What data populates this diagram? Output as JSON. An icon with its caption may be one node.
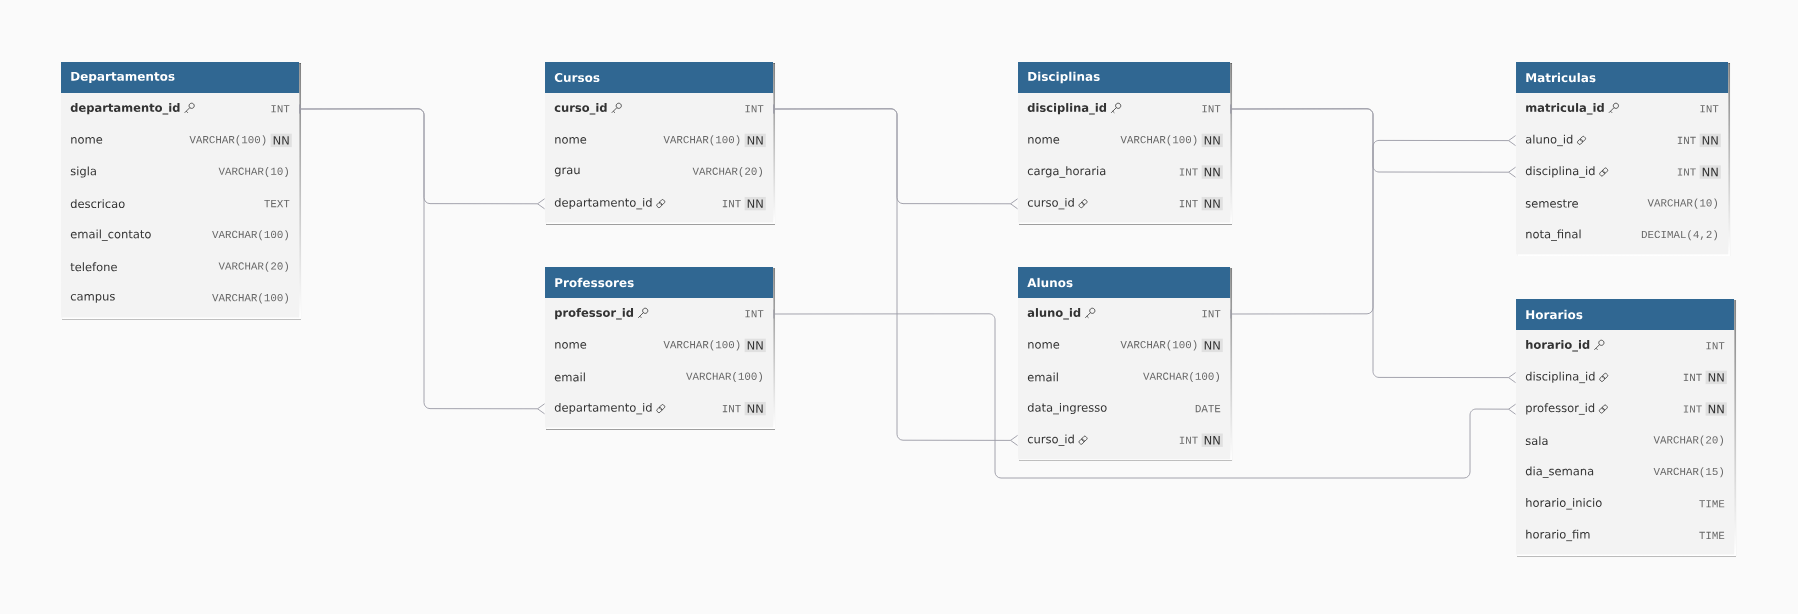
{
  "diagram": {
    "nodes": [
      {
        "text": [
          "Departamentos"
        ]
      },
      {
        "text": [
          "departamento_id",
          "INT"
        ],
        "in": 0
      },
      {
        "text": [
          "nome",
          "VARCHAR(100)",
          "NN"
        ],
        "in": 0
      },
      {
        "text": [
          "sigla",
          "VARCHAR(10)"
        ],
        "in": 0
      },
      {
        "text": [
          "descricao",
          "TEXT"
        ],
        "in": 0
      },
      {
        "text": [
          "email_contato",
          "VARCHAR(100)"
        ],
        "in": 0
      },
      {
        "text": [
          "telefone",
          "VARCHAR(20)"
        ],
        "in": 0
      },
      {
        "text": [
          "campus",
          "VARCHAR(100)"
        ],
        "in": 0
      },
      {
        "text": [
          "Cursos"
        ]
      },
      {
        "text": [
          "curso_id",
          "INT"
        ],
        "in": 8
      },
      {
        "text": [
          "nome",
          "VARCHAR(100)",
          "NN"
        ],
        "in": 8
      },
      {
        "text": [
          "grau",
          "VARCHAR(20)"
        ],
        "in": 8
      },
      {
        "text": [
          "departamento_id",
          "INT",
          "NN"
        ],
        "in": 8
      },
      {
        "text": [
          "Disciplinas"
        ]
      },
      {
        "text": [
          "disciplina_id",
          "INT"
        ],
        "in": 13
      },
      {
        "text": [
          "nome",
          "VARCHAR(100)",
          "NN"
        ],
        "in": 13
      },
      {
        "text": [
          "carga_horaria",
          "INT",
          "NN"
        ],
        "in": 13
      },
      {
        "text": [
          "curso_id",
          "INT",
          "NN"
        ],
        "in": 13
      },
      {
        "text": [
          "Matriculas"
        ]
      },
      {
        "text": [
          "matricula_id",
          "INT"
        ],
        "in": 18
      },
      {
        "text": [
          "aluno_id",
          "INT",
          "NN"
        ],
        "in": 18
      },
      {
        "text": [
          "disciplina_id",
          "INT",
          "NN"
        ],
        "in": 18
      },
      {
        "text": [
          "semestre",
          "VARCHAR(10)"
        ],
        "in": 18
      },
      {
        "text": [
          "nota_final",
          "DECIMAL(4,2)"
        ],
        "in": 18
      },
      {
        "text": [
          "Professores"
        ]
      },
      {
        "text": [
          "professor_id",
          "INT"
        ],
        "in": 24
      },
      {
        "text": [
          "nome",
          "VARCHAR(100)",
          "NN"
        ],
        "in": 24
      },
      {
        "text": [
          "email",
          "VARCHAR(100)"
        ],
        "in": 24
      },
      {
        "text": [
          "departamento_id",
          "INT",
          "NN"
        ],
        "in": 24
      },
      {
        "text": [
          "Alunos"
        ]
      },
      {
        "text": [
          "aluno_id",
          "INT"
        ],
        "in": 29
      },
      {
        "text": [
          "nome",
          "VARCHAR(100)",
          "NN"
        ],
        "in": 29
      },
      {
        "text": [
          "email",
          "VARCHAR(100)"
        ],
        "in": 29
      },
      {
        "text": [
          "data_ingresso",
          "DATE"
        ],
        "in": 29
      },
      {
        "text": [
          "curso_id",
          "INT",
          "NN"
        ],
        "in": 29
      },
      {
        "text": [
          "Horarios"
        ]
      },
      {
        "text": [
          "horario_id",
          "INT"
        ],
        "in": 35
      },
      {
        "text": [
          "disciplina_id",
          "INT",
          "NN"
        ],
        "in": 35
      },
      {
        "text": [
          "professor_id",
          "INT",
          "NN"
        ],
        "in": 35
      },
      {
        "text": [
          "sala",
          "VARCHAR(20)"
        ],
        "in": 35
      },
      {
        "text": [
          "dia_semana",
          "VARCHAR(15)"
        ],
        "in": 35
      },
      {
        "text": [
          "horario_inicio",
          "TIME"
        ],
        "in": 35
      },
      {
        "text": [
          "horario_fim",
          "TIME"
        ],
        "in": 35
      }
    ],
    "edges": [
      {
        "from": 1,
        "to": 12,
        "arrow": "other"
      },
      {
        "from": 1,
        "to": 28,
        "arrow": "other"
      },
      {
        "from": 9,
        "to": 17,
        "arrow": "other"
      },
      {
        "from": 9,
        "to": 34,
        "arrow": "other"
      },
      {
        "from": 25,
        "to": 38,
        "arrow": "other"
      },
      {
        "from": 14,
        "to": 21,
        "arrow": "other"
      },
      {
        "from": 14,
        "to": 37,
        "arrow": "other"
      },
      {
        "from": 30,
        "to": 20,
        "arrow": "other"
      }
    ]
  }
}
